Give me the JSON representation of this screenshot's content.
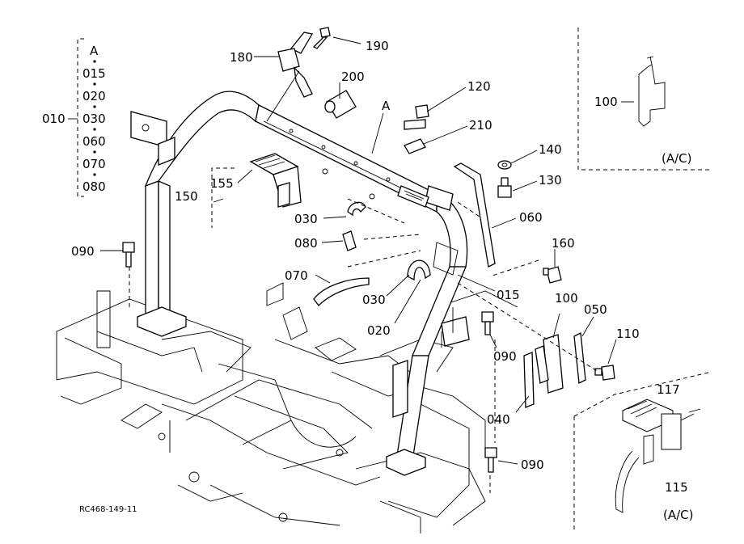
{
  "diagram": {
    "figure_code": "RC468-149-11",
    "kit_group": {
      "label": "010",
      "items": [
        "A",
        "015",
        "020",
        "030",
        "060",
        "070",
        "080"
      ]
    },
    "callouts": {
      "c100_top": "100",
      "c100_mid": "100",
      "c110": "110",
      "c115": "115",
      "c117": "117",
      "c120": "120",
      "c130": "130",
      "c140": "140",
      "c150": "150",
      "c155": "155",
      "c160": "160",
      "c180": "180",
      "c190": "190",
      "c200": "200",
      "c210": "210",
      "c015": "015",
      "c020": "020",
      "c030_a": "030",
      "c030_b": "030",
      "c040": "040",
      "c050": "050",
      "c060": "060",
      "c070": "070",
      "c080": "080",
      "c090_a": "090",
      "c090_b": "090",
      "c090_c": "090",
      "cA": "A"
    },
    "inset_labels": {
      "ac_top": "(A/C)",
      "ac_bottom": "(A/C)"
    }
  }
}
